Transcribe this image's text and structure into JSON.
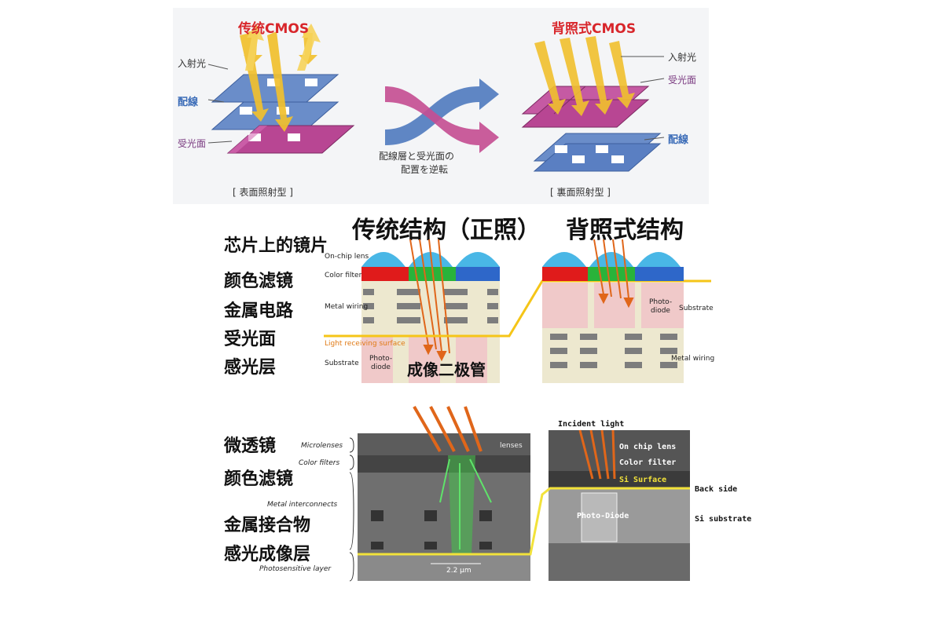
{
  "top": {
    "left_title": "传统CMOS",
    "right_title": "背照式CMOS",
    "left_incident": "入射光",
    "left_wiring": "配線",
    "left_surface": "受光面",
    "right_incident": "入射光",
    "right_surface": "受光面",
    "right_wiring": "配線",
    "middle_caption_1": "配線層と受光面の",
    "middle_caption_2": "配置を逆転",
    "left_caption": "[ 表面照射型 ]",
    "right_caption": "[ 裏面照射型 ]",
    "colors": {
      "title_red": "#d8262b",
      "wiring_blue": "#5a7fc2",
      "surface_magenta": "#c0469a",
      "arrow_yellow": "#f2c53a",
      "swap_pink": "#c44f93",
      "swap_blue": "#5f86c4"
    }
  },
  "middle": {
    "title_traditional": "传统结构（正照）",
    "title_bsi": "背照式结构",
    "left_labels": [
      "芯片上的镜片",
      "颜色滤镜",
      "金属电路",
      "受光面",
      "感光层"
    ],
    "en_on_chip_lens": "On-chip lens",
    "en_color_filter": "Color filter",
    "en_metal_wiring": "Metal wiring",
    "en_light_surface": "Light receiving surface",
    "en_substrate": "Substrate",
    "en_photo_diode_1": "Photo-",
    "en_photo_diode_2": "diode",
    "photodiode_cn": "成像二极管",
    "bsi_photo_1": "Photo-",
    "bsi_photo_2": "diode",
    "bsi_substrate": "Substrate",
    "bsi_metal_wiring": "Metal wiring"
  },
  "bottom": {
    "left_labels": [
      "微透镜",
      "颜色滤镜",
      "金属接合物",
      "感光成像层"
    ],
    "en_microlenses": "Microlenses",
    "en_color_filters": "Color filters",
    "en_metal_interconnects": "Metal interconnects",
    "en_photosensitive": "Photosensitive layer",
    "lenses_tag": "lenses",
    "scale": "2.2 μm",
    "incident_light": "Incident light",
    "on_chip_lens": "On chip lens",
    "color_filter": "Color filter",
    "si_surface": "Si Surface",
    "back_side": "Back side",
    "photo_diode": "Photo-Diode",
    "si_substrate": "Si substrate"
  }
}
